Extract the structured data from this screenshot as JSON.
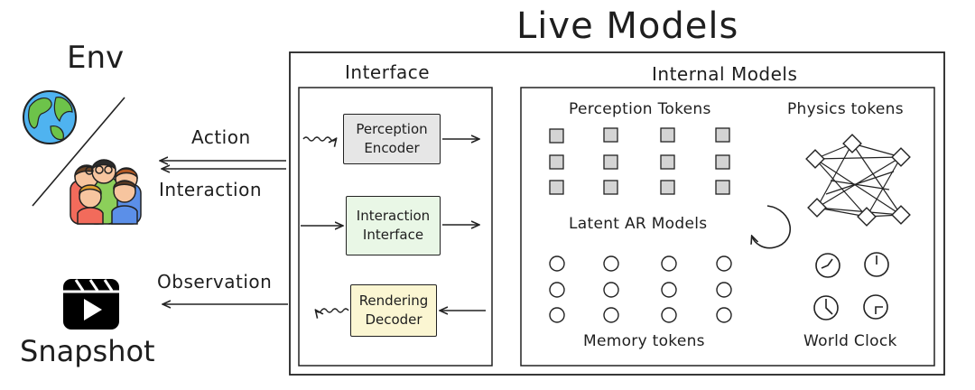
{
  "title": "Live Models",
  "env": {
    "label": "Env",
    "action_label": "Action",
    "interaction_label": "Interaction",
    "observation_label": "Observation",
    "snapshot_label": "Snapshot",
    "icons": [
      "globe-icon",
      "people-icon",
      "video-clip-icon"
    ]
  },
  "interface": {
    "header": "Interface",
    "modules": [
      {
        "line1": "Perception",
        "line2": "Encoder",
        "color": "#e6e6e6"
      },
      {
        "line1": "Interaction",
        "line2": "Interface",
        "color": "#e9f7e6"
      },
      {
        "line1": "Rendering",
        "line2": "Decoder",
        "color": "#fbf6d2"
      }
    ]
  },
  "internal": {
    "header": "Internal Models",
    "perception_tokens": "Perception Tokens",
    "physics_tokens": "Physics tokens",
    "latent_ar": "Latent AR Models",
    "memory_tokens": "Memory tokens",
    "world_clock": "World Clock"
  }
}
